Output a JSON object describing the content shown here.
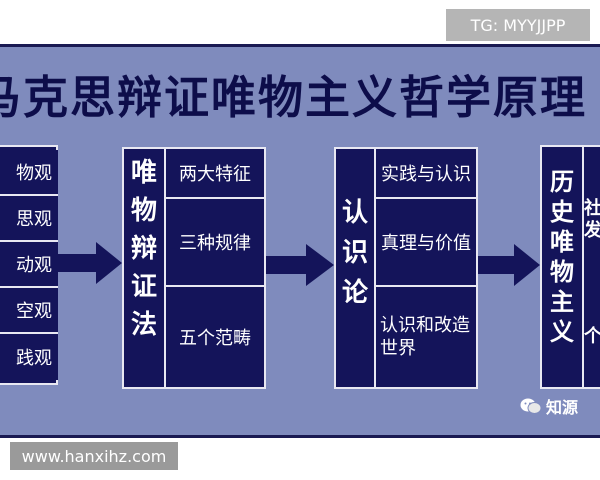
{
  "watermark_top": "TG: MYYJJPP",
  "watermark_bottom": "www.hanxihz.com",
  "title": "马克思辩证唯物主义哲学原理",
  "left_column": [
    "物观",
    "思观",
    "动观",
    "空观",
    "践观"
  ],
  "dialectics": {
    "label_chars": [
      "唯",
      "物",
      "辩",
      "证",
      "法"
    ],
    "items": [
      "两大特征",
      "三种规律",
      "五个范畴"
    ]
  },
  "epistemology": {
    "label_chars": [
      "认",
      "识",
      "论"
    ],
    "items": [
      "实践与认识",
      "真理与价值",
      "认识和改造世界"
    ]
  },
  "history": {
    "label_chars": [
      "历",
      "史",
      "唯",
      "物",
      "主",
      "义"
    ],
    "right_partial": [
      "社",
      "发",
      "个"
    ]
  },
  "wechat_label": "知源"
}
